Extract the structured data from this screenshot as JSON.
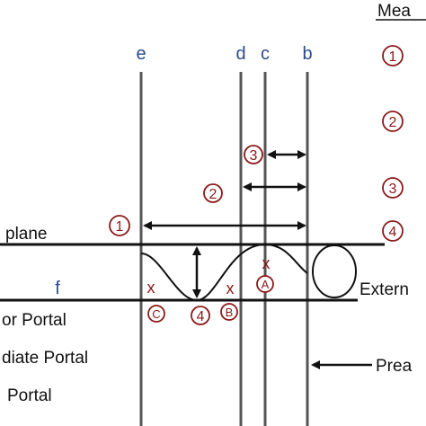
{
  "colors": {
    "line_letters": "#2a4a8a",
    "marker_red": "#8b1a1a",
    "lines": "#111111",
    "vertical_lines": "#555555"
  },
  "header": {
    "measure_label": "Mea"
  },
  "vertical_lines": {
    "e": "e",
    "d": "d",
    "c": "c",
    "b": "b"
  },
  "horizontal_lines": {
    "f": "f",
    "plane_label": "plane"
  },
  "markers": {
    "m1": "1",
    "m2": "2",
    "m3": "3",
    "m4": "4",
    "A": "A",
    "B": "B",
    "C": "C"
  },
  "x_marks": {
    "x1": "x",
    "x2": "x",
    "x3": "x"
  },
  "legend": {
    "n1": "1",
    "n2": "2",
    "n3": "3",
    "n4": "4"
  },
  "left_labels": {
    "row1": "or Portal",
    "row2": "diate Portal",
    "row3": "Portal"
  },
  "right_labels": {
    "extern": "Extern",
    "prea": "Prea"
  }
}
